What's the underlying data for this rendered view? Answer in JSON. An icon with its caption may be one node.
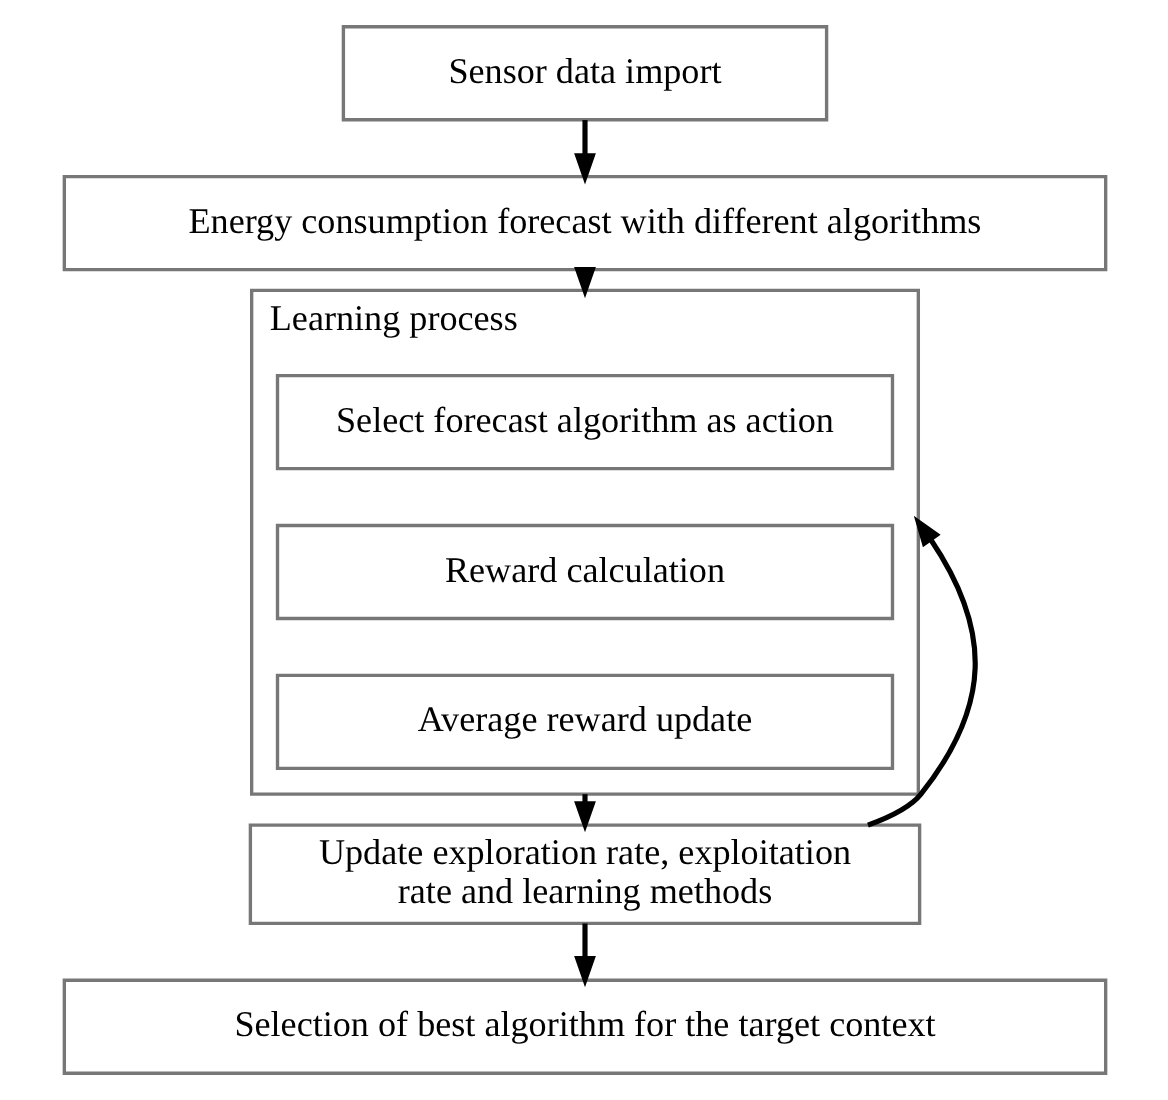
{
  "diagram": {
    "nodes": [
      {
        "text": [
          "Sensor data import"
        ]
      },
      {
        "text": [
          "Energy consumption forecast with different algorithms"
        ]
      },
      {
        "text": [
          "Learning process"
        ]
      },
      {
        "text": [
          "Select forecast algorithm as action"
        ],
        "in": 2
      },
      {
        "text": [
          "Reward calculation"
        ],
        "in": 2
      },
      {
        "text": [
          "Average reward update"
        ],
        "in": 2
      },
      {
        "text": [
          "Update exploration rate, exploitation rate and learning methods"
        ]
      },
      {
        "text": [
          "Selection of best algorithm for the target context"
        ]
      }
    ],
    "edges": [
      {
        "from": 0,
        "to": 1,
        "arrow": "to"
      },
      {
        "from": 1,
        "to": 2,
        "arrow": "to"
      },
      {
        "from": 2,
        "to": 6,
        "arrow": "to"
      },
      {
        "from": 6,
        "to": 2,
        "arrow": "to"
      },
      {
        "from": 6,
        "to": 7,
        "arrow": "to"
      }
    ]
  }
}
